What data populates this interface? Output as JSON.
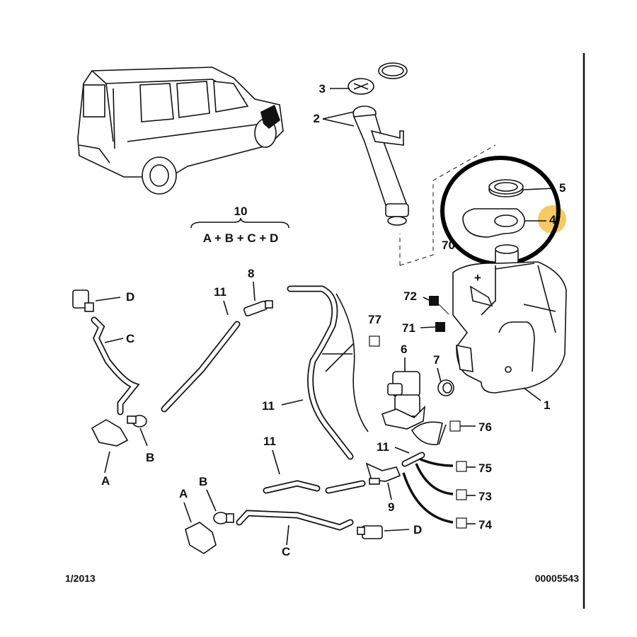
{
  "labels": {
    "p1": "1",
    "p2": "2",
    "p3": "3",
    "p4": "4",
    "p5": "5",
    "p6": "6",
    "p7": "7",
    "p8": "8",
    "p9": "9",
    "p10": "10",
    "p11a": "11",
    "p11b": "11",
    "p11c": "11",
    "p11d": "11",
    "p70": "70",
    "p71": "71",
    "p72": "72",
    "p73": "73",
    "p74": "74",
    "p75": "75",
    "p76": "76",
    "p77": "77",
    "A1": "A",
    "A2": "A",
    "B1": "B",
    "B2": "B",
    "C1": "C",
    "C2": "C",
    "D1": "D",
    "D2": "D"
  },
  "formula": "A + B + C + D",
  "footer": {
    "date": "1/2013",
    "ref": "00005543"
  },
  "highlight": {
    "circle_color": "#000000",
    "marker_color": "#f5c04a"
  }
}
